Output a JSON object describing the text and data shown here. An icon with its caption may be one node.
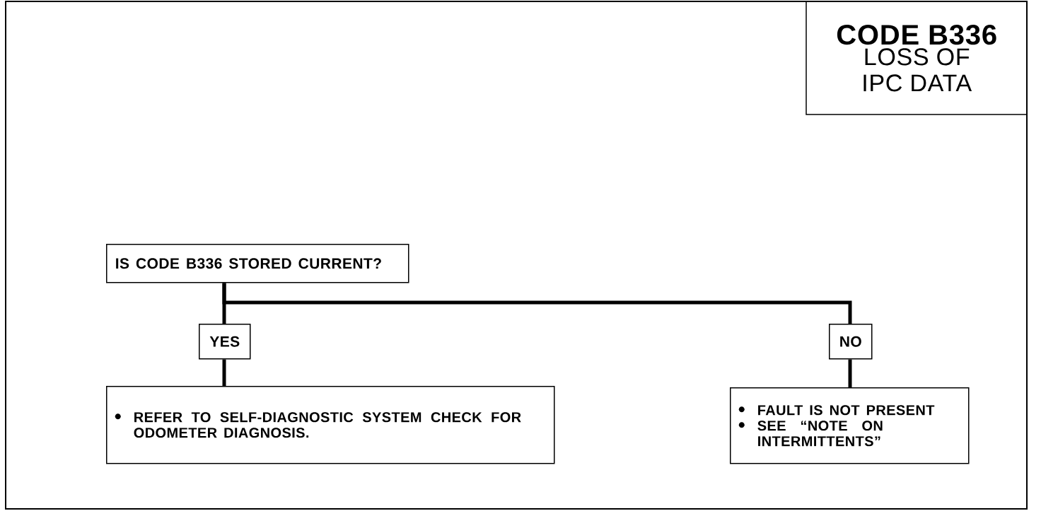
{
  "diagram": {
    "nodes": [
      {
        "text": [
          "CODE B336",
          "LOSS OF IPC DATA"
        ]
      },
      {
        "text": [
          "IS CODE B336 STORED CURRENT?"
        ]
      },
      {
        "text": [
          "YES"
        ]
      },
      {
        "text": [
          "NO"
        ]
      },
      {
        "text": [
          "REFER TO SELF-DIAGNOSTIC SYSTEM CHECK FOR ODOMETER DIAGNOSIS."
        ]
      },
      {
        "text": [
          "FAULT IS NOT PRESENT",
          "SEE “NOTE ON INTERMITTENTS”"
        ]
      }
    ],
    "edges": [
      {
        "from": 1,
        "to": 2,
        "arrow": "none"
      },
      {
        "from": 1,
        "to": 3,
        "arrow": "none"
      },
      {
        "from": 2,
        "to": 4,
        "arrow": "none"
      },
      {
        "from": 3,
        "to": 5,
        "arrow": "none"
      }
    ]
  }
}
